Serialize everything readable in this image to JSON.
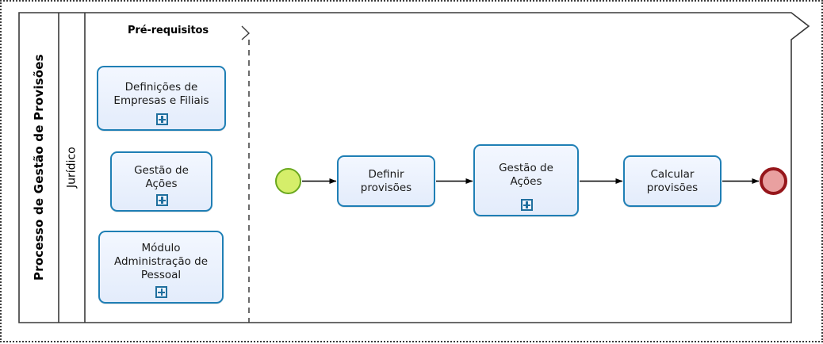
{
  "diagram": {
    "type": "bpmn-process",
    "pool_title": "Processo de Gestão de Provisões",
    "lane_title": "Jurídico",
    "phases": [
      {
        "label": "Pré-requisitos"
      }
    ]
  },
  "colors": {
    "task_border": "#1f7fb5",
    "task_fill": "#e9effb",
    "start_event_fill": "#d5ee6a",
    "start_event_border": "#6aa81e",
    "end_event_fill": "#e9a0a0",
    "end_event_border": "#96161b",
    "marker": "#1f6f9e",
    "frame": "#3a3a3a"
  },
  "prerequisites": [
    {
      "label": "Definições de\nEmpresas e Filiais",
      "marker": "subprocess-plus-icon"
    },
    {
      "label": "Gestão de\nAções",
      "marker": "subprocess-plus-icon"
    },
    {
      "label": "Módulo\nAdministração de\nPessoal",
      "marker": "subprocess-plus-icon"
    }
  ],
  "flow": {
    "start_event": {
      "name": "start-event",
      "type": "start"
    },
    "tasks": [
      {
        "label": "Definir\nprovisões",
        "marker": null
      },
      {
        "label": "Gestão de\nAções",
        "marker": "subprocess-plus-icon"
      },
      {
        "label": "Calcular\nprovisões",
        "marker": null
      }
    ],
    "end_event": {
      "name": "end-event",
      "type": "end"
    }
  }
}
